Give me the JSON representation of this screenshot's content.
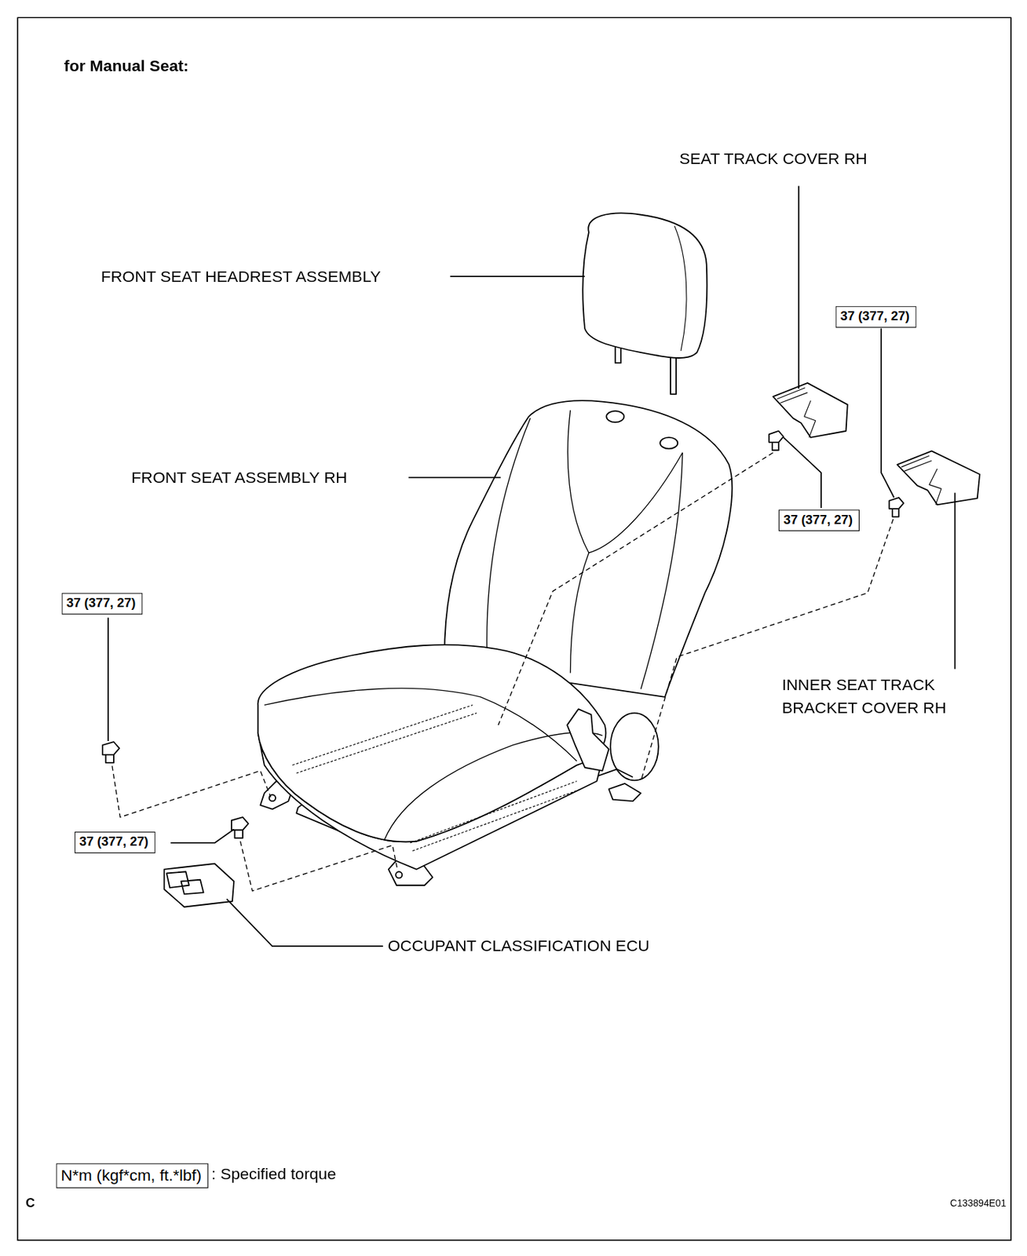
{
  "diagram": {
    "title": "for Manual Seat:",
    "nodes": [
      {
        "text": [
          "37 (377, 27)"
        ]
      },
      {
        "text": [
          "37 (377, 27)"
        ]
      },
      {
        "text": [
          "37 (377, 27)"
        ]
      },
      {
        "text": [
          "37 (377, 27)"
        ]
      },
      {
        "text": [
          "N*m (kgf*cm, ft.*lbf)"
        ]
      }
    ],
    "labels": [
      "SEAT TRACK COVER RH",
      "FRONT SEAT HEADREST ASSEMBLY",
      "FRONT SEAT ASSEMBLY RH",
      "INNER SEAT TRACK BRACKET COVER RH",
      "OCCUPANT CLASSIFICATION ECU",
      ": Specified torque",
      "C",
      "C133894E01"
    ]
  }
}
